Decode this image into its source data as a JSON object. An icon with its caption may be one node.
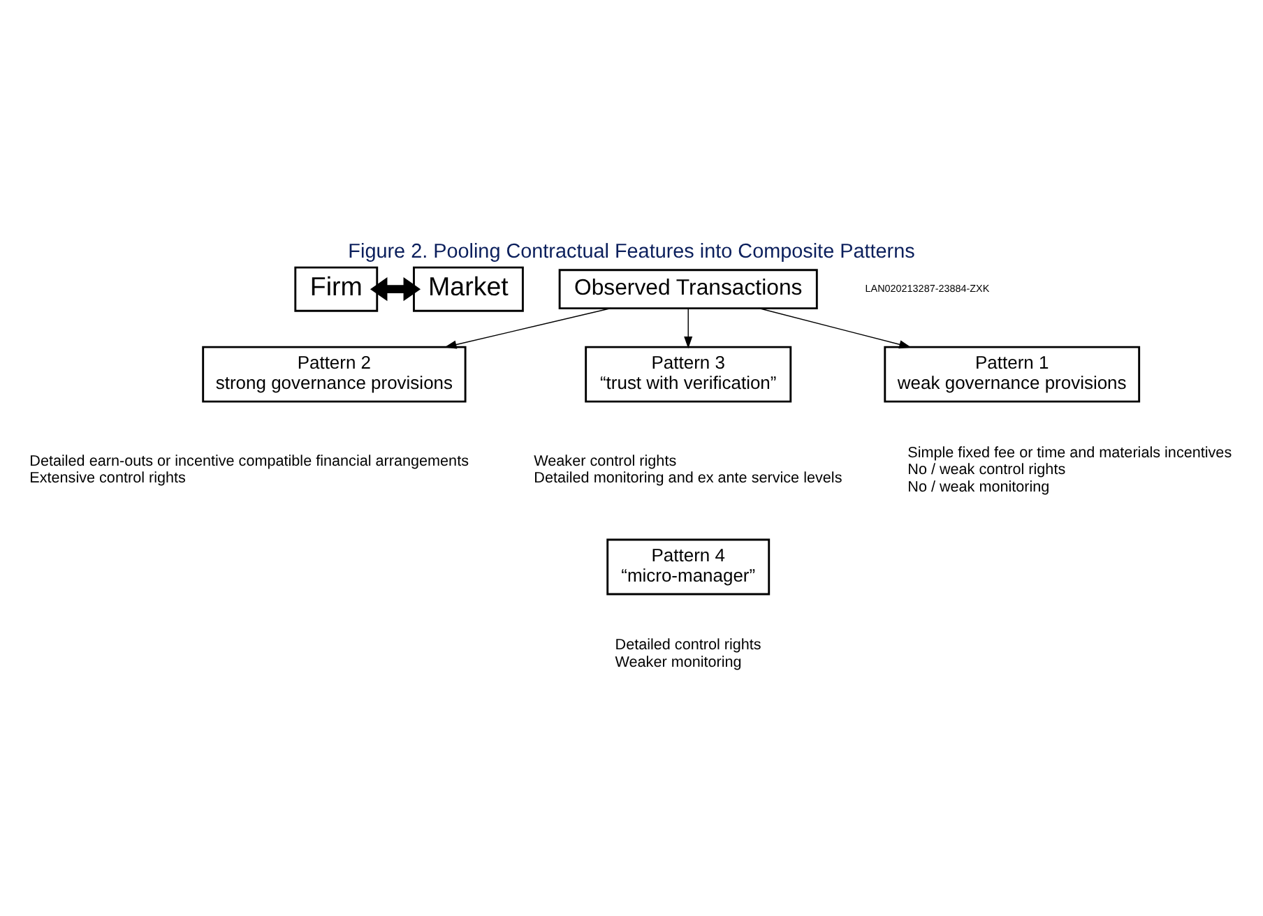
{
  "diagram": {
    "title": "Figure 2. Pooling Contractual Features into Composite Patterns",
    "nodes": [
      {
        "text": [
          "Firm"
        ]
      },
      {
        "text": [
          "Observed Transactions"
        ]
      },
      {
        "text": [
          "Market"
        ]
      },
      {
        "text": [
          "Pattern 2",
          "strong governance provisions"
        ],
        "beside": [
          "Detailed earn-outs or incentive compatible financial arrangements",
          "Extensive control rights"
        ]
      },
      {
        "text": [
          "Pattern 3",
          "“trust with verification”"
        ],
        "beside": [
          "Weaker control rights",
          "Detailed monitoring and ex ante service levels"
        ]
      },
      {
        "text": [
          "Pattern 1",
          "weak governance provisions"
        ],
        "beside": [
          "Simple fixed fee or time and materials incentives",
          "No / weak control rights",
          "No / weak monitoring"
        ]
      },
      {
        "text": [
          "Pattern 4",
          "“micro-manager”"
        ],
        "beside": [
          "Detailed control rights",
          "Weaker monitoring"
        ]
      }
    ],
    "edges": [
      {
        "from": 0,
        "to": 2,
        "arrow": "both",
        "style": "thick"
      },
      {
        "from": 1,
        "to": 3,
        "arrow": "to"
      },
      {
        "from": 1,
        "to": 4,
        "arrow": "to"
      },
      {
        "from": 1,
        "to": 5,
        "arrow": "to"
      }
    ],
    "labels": [
      "LAN020213287-23884-ZXK"
    ]
  }
}
